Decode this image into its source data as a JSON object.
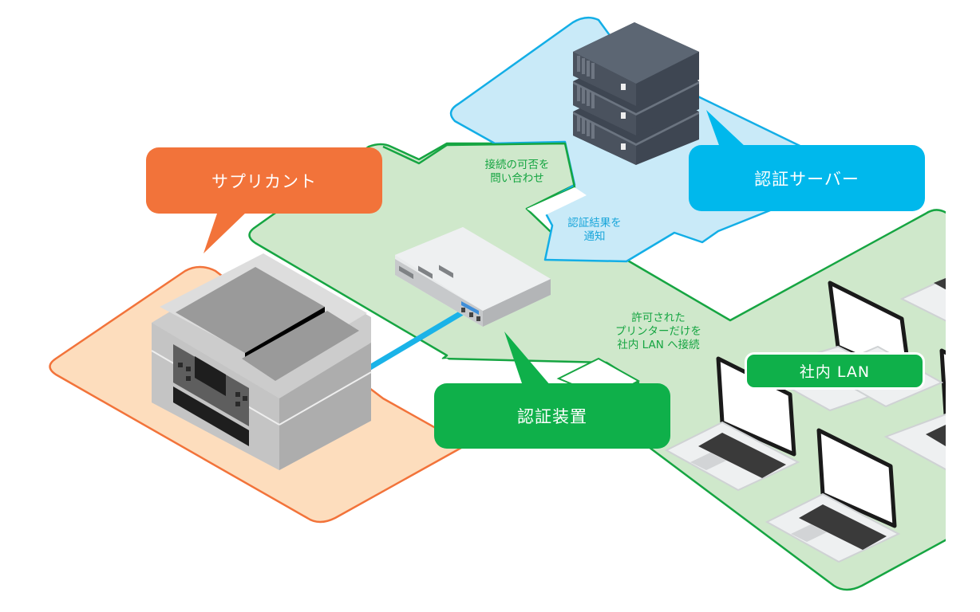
{
  "diagram": {
    "title": "",
    "zones": [
      {
        "id": "supplicant-zone",
        "color": "#fdddbd",
        "border": "#f2733a"
      },
      {
        "id": "server-zone",
        "color": "#c9eaf8",
        "border": "#13aee6"
      },
      {
        "id": "lan-zone",
        "color": "#cfe8cb",
        "border": "#16a542"
      }
    ],
    "callouts": {
      "supplicant": {
        "label": "サプリカント",
        "color": "#f2733a"
      },
      "auth_server": {
        "label": "認証サーバー",
        "color": "#00b8ec"
      },
      "authenticator": {
        "label": "認証装置",
        "color": "#0fb04a"
      },
      "lan": {
        "label": "社内 LAN",
        "color": "#0fb04a"
      }
    },
    "notes": {
      "query": {
        "line1": "接続の可否を",
        "line2": "問い合わせ",
        "color": "#16a542"
      },
      "notify": {
        "line1": "認証結果を",
        "line2": "通知",
        "color": "#1aa6da"
      },
      "allowed": {
        "line1": "許可された",
        "line2": "プリンターだけを",
        "line3": "社内 LAN へ接続",
        "color": "#16a542"
      }
    },
    "nodes": [
      {
        "id": "printer",
        "icon": "multifunction-printer-icon",
        "role": "supplicant"
      },
      {
        "id": "switch",
        "icon": "network-switch-icon",
        "role": "authenticator"
      },
      {
        "id": "server",
        "icon": "server-stack-icon",
        "role": "auth-server"
      },
      {
        "id": "laptops",
        "icon": "laptop-icon",
        "count_visible": 6,
        "role": "lan-clients"
      }
    ],
    "links": [
      {
        "from": "printer",
        "to": "switch",
        "color": "#1ab3e8"
      }
    ]
  }
}
